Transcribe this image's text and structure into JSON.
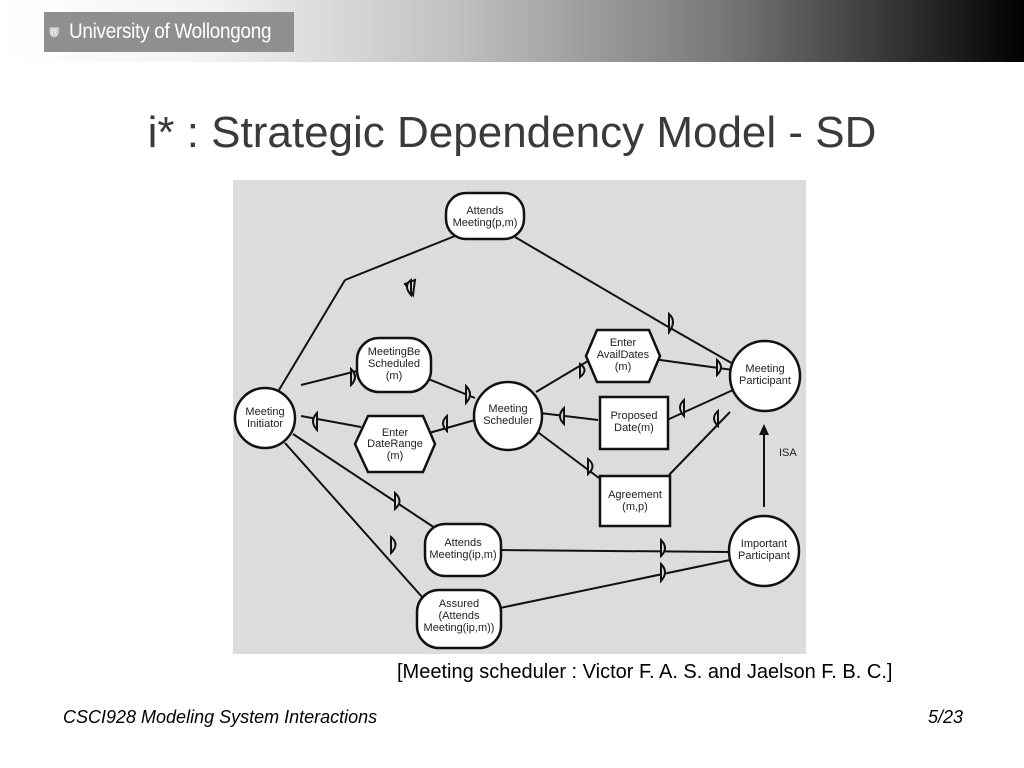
{
  "header": {
    "logo_text": "University of Wollongong"
  },
  "slide": {
    "title": "i* : Strategic Dependency Model - SD",
    "citation": "[Meeting scheduler : Victor F. A. S. and Jaelson F. B. C.]",
    "footer_left": "CSCI928 Modeling System Interactions",
    "footer_right": "5/23"
  },
  "diagram": {
    "actors": {
      "initiator": [
        "Meeting",
        "Initiator"
      ],
      "scheduler": [
        "Meeting",
        "Scheduler"
      ],
      "participant": [
        "Meeting",
        "Participant"
      ],
      "important": [
        "Important",
        "Participant"
      ]
    },
    "goals": {
      "attends_top": [
        "Attends",
        "Meeting(p,m)"
      ],
      "be_scheduled": [
        "MeetingBe",
        "Scheduled",
        "(m)"
      ],
      "attends_ip": [
        "Attends",
        "Meeting(ip,m)"
      ],
      "assured": [
        "Assured",
        "(Attends",
        "Meeting(ip,m))"
      ]
    },
    "tasks": {
      "enter_daterange": [
        "Enter",
        "DateRange",
        "(m)"
      ],
      "enter_availdates": [
        "Enter",
        "AvailDates",
        "(m)"
      ]
    },
    "resources": {
      "proposed_date": [
        "Proposed",
        "Date(m)"
      ],
      "agreement": [
        "Agreement",
        "(m,p)"
      ]
    },
    "isa_label": "ISA"
  },
  "colors": {
    "panel_bg": "#dcdcdc",
    "logo_bg": "#8f8f8f",
    "title": "#3a3a3a"
  }
}
